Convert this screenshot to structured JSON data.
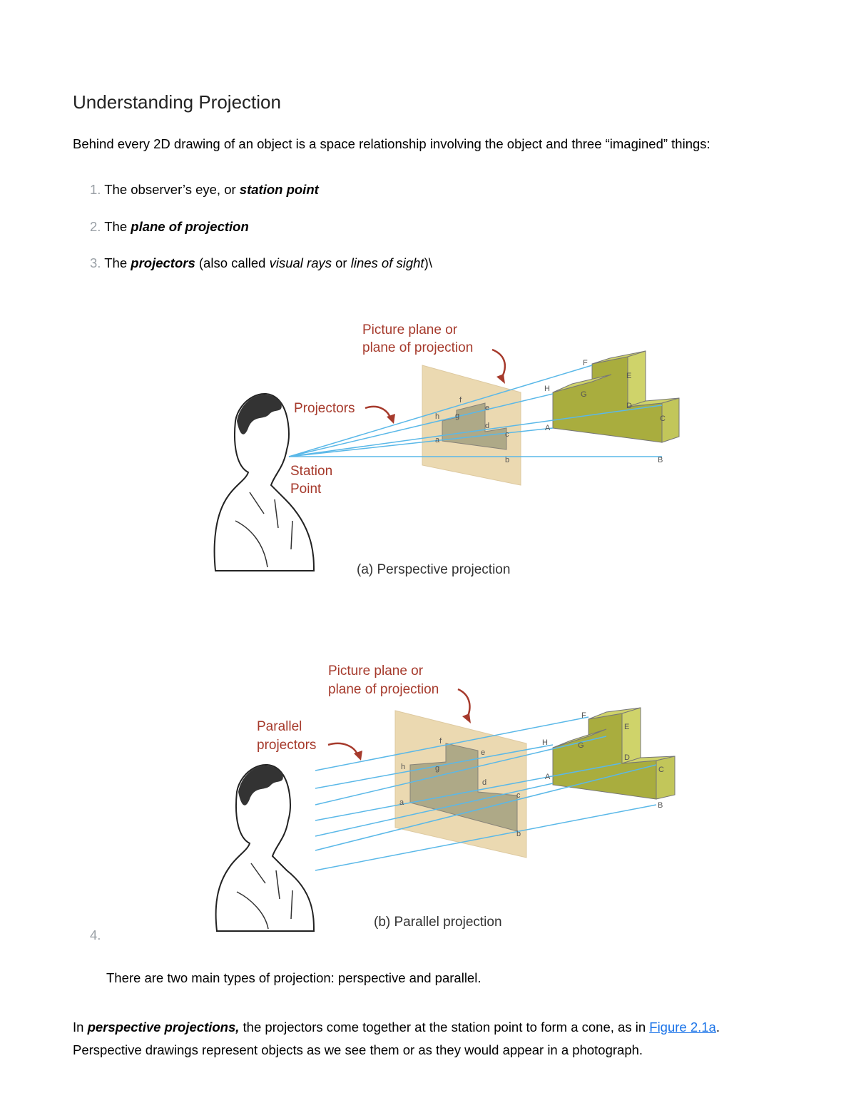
{
  "title": "Understanding Projection",
  "intro": "Behind every 2D drawing of an object is a space relationship involving the object and three “imagined” things:",
  "list": [
    {
      "num": "1.",
      "before": "The observer’s eye, or ",
      "bold": "station point",
      "after": ""
    },
    {
      "num": "2.",
      "before": "The ",
      "bold": "plane of projection",
      "after": ""
    },
    {
      "num": "3.",
      "before": "The ",
      "bold": "projectors",
      "after_a": " (also called ",
      "ital1": "visual rays",
      "after_b": " or ",
      "ital2": "lines of sight",
      "after_c": ")\\"
    }
  ],
  "figure_a": {
    "picture_plane_1": "Picture plane or",
    "picture_plane_2": "plane of projection",
    "projectors": "Projectors",
    "station_1": "Station",
    "station_2": "Point",
    "caption": "(a) Perspective projection",
    "upper": [
      "A",
      "B",
      "C",
      "D",
      "E",
      "F",
      "G",
      "H"
    ],
    "lower": [
      "a",
      "b",
      "c",
      "d",
      "e",
      "f",
      "g",
      "h"
    ]
  },
  "figure_b": {
    "picture_plane_1": "Picture plane or",
    "picture_plane_2": "plane of projection",
    "parallel_1": "Parallel",
    "parallel_2": "projectors",
    "caption": "(b) Parallel projection",
    "upper": [
      "A",
      "B",
      "C",
      "D",
      "E",
      "F",
      "G",
      "H"
    ],
    "lower": [
      "a",
      "b",
      "c",
      "d",
      "e",
      "f",
      "g",
      "h"
    ]
  },
  "item4_num": "4.",
  "para2": "There are two main types of projection: perspective and parallel.",
  "para3": {
    "bold": "perspective projections,",
    "lead": "In ",
    "text1": " the projectors come together at the station point to form a cone, as in ",
    "link": "Figure 2.1a",
    "text2": ". Perspective drawings represent objects as we see them or as they would appear in a photograph."
  },
  "colors": {
    "label_red": "#a63a2c",
    "projector_blue": "#5ab8e8",
    "object_green": "#a9ad3e",
    "plane_tan": "#e8d3a4",
    "link_blue": "#1a73e8"
  }
}
